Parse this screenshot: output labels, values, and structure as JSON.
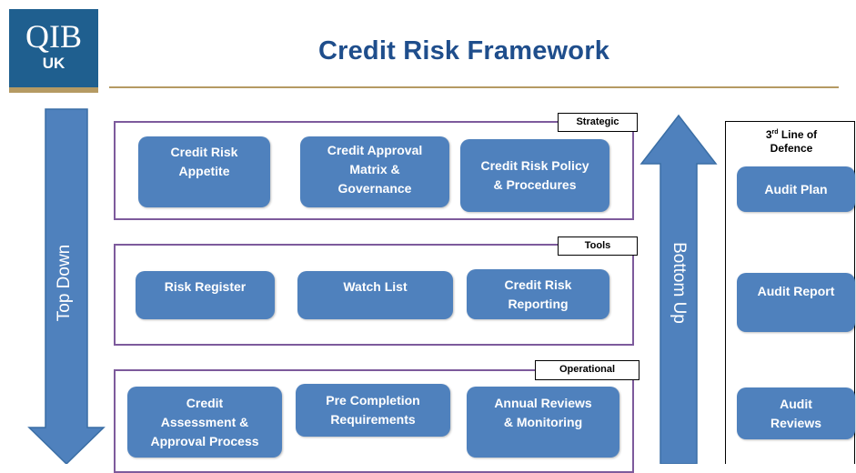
{
  "logo": {
    "line1": "QIB",
    "line2": "UK"
  },
  "title": "Credit Risk Framework",
  "arrows": {
    "top_down": "Top Down",
    "bottom_up": "Bottom Up"
  },
  "sections": {
    "strategic": {
      "label": "Strategic",
      "items": [
        "Credit Risk\nAppetite",
        "Credit Approval\nMatrix &\nGovernance",
        "Credit Risk Policy\n& Procedures"
      ]
    },
    "tools": {
      "label": "Tools",
      "items": [
        "Risk Register",
        "Watch List",
        "Credit Risk\nReporting"
      ]
    },
    "operational": {
      "label": "Operational",
      "items": [
        "Credit\nAssessment &\nApproval Process",
        "Pre Completion\nRequirements",
        "Annual Reviews\n& Monitoring"
      ]
    }
  },
  "defence": {
    "heading_pre": "3",
    "heading_sup": "rd",
    "heading_post": " Line of",
    "heading_line2": "Defence",
    "items": [
      "Audit Plan",
      "Audit Report",
      "Audit\nReviews"
    ]
  },
  "colors": {
    "box": "#4f81bd",
    "title": "#1f4e8c",
    "frame": "#7d5a9c",
    "rule": "#b59a63",
    "logo": "#1f5f8f"
  }
}
